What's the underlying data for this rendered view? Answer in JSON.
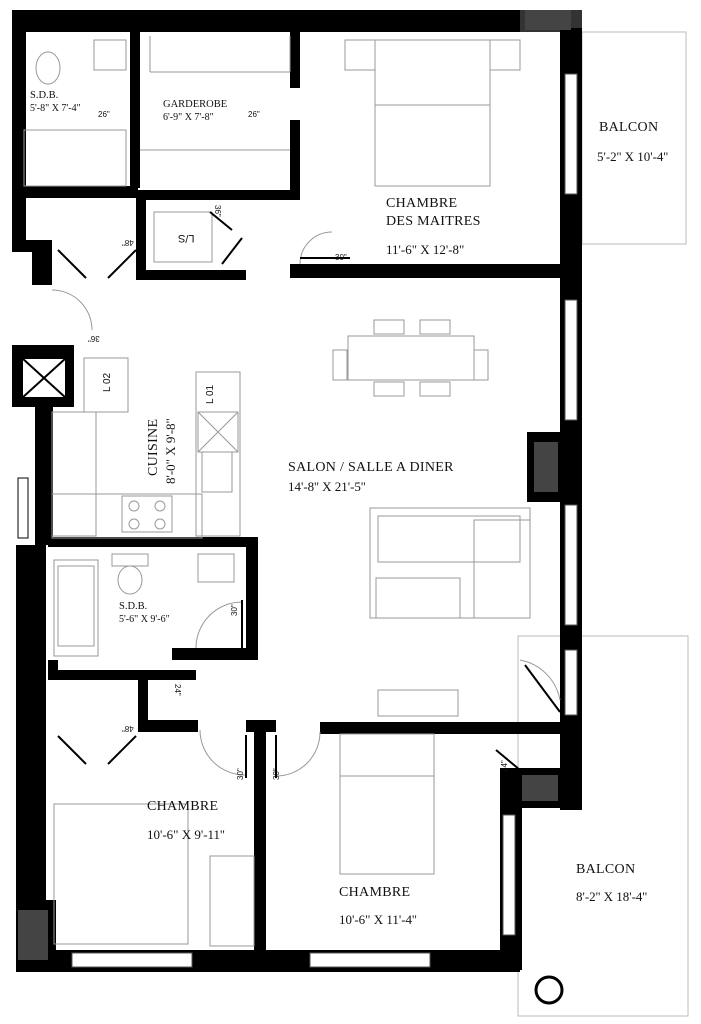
{
  "rooms": {
    "sdb1": {
      "name": "S.D.B.",
      "dims": "5'-8\" X 7'-4\""
    },
    "garderobe": {
      "name": "GARDEROBE",
      "dims": "6'-9\" X 7'-8\""
    },
    "master": {
      "name_line1": "CHAMBRE",
      "name_line2": "DES MAITRES",
      "dims": "11'-6\" X 12'-8\""
    },
    "balcon1": {
      "name": "BALCON",
      "dims": "5'-2'' X 10'-4''"
    },
    "cuisine": {
      "name": "CUISINE",
      "dims": "8'-0\" X 9'-8\""
    },
    "salon": {
      "name": "SALON / SALLE A DINER",
      "dims": "14'-8'' X  21'-5''"
    },
    "sdb2": {
      "name": "S.D.B.",
      "dims": "5'-6\" X 9'-6\""
    },
    "chambre1": {
      "name": "CHAMBRE",
      "dims": "10'-6\" X 9'-11''"
    },
    "chambre2": {
      "name": "CHAMBRE",
      "dims": "10'-6\" X 11'-4''"
    },
    "balcon2": {
      "name": "BALCON",
      "dims": "8'-2'' X 18'-4''"
    }
  },
  "tags": {
    "door26a": "26\"",
    "door26b": "26\"",
    "door30_master": "30\"",
    "door36_ls": "36\"",
    "door48_top": "48\"",
    "door36_entry": "36\"",
    "door30_sdb2": "30\"",
    "door24_closet": "24\"",
    "door48_bottom": "48\"",
    "door30_ch1": "30\"",
    "door30_ch2": "30\"",
    "door24_ch2": "24\"",
    "ls": "L/S",
    "l02": "L 02",
    "l01": "L 01"
  }
}
